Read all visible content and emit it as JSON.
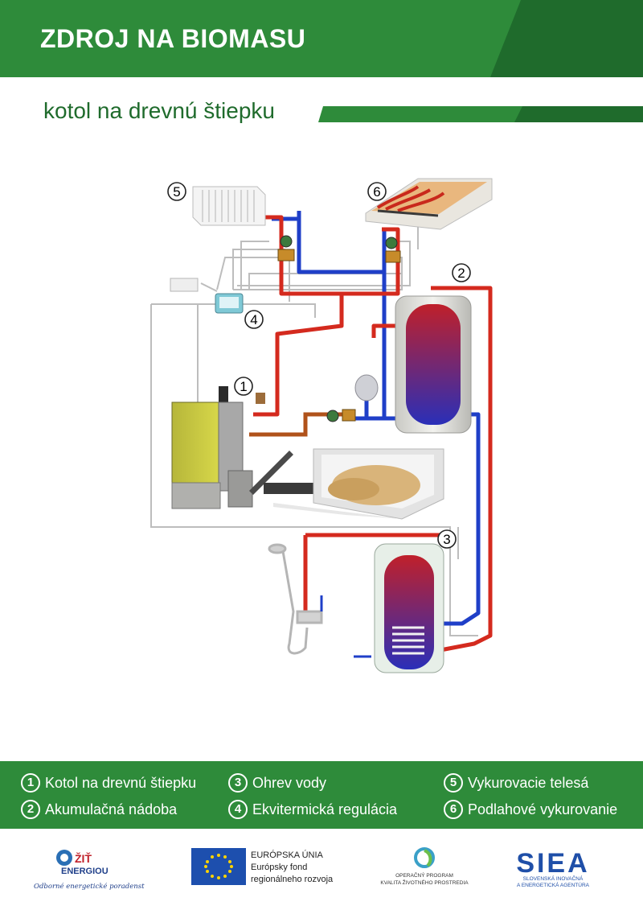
{
  "header": {
    "title": "ZDROJ NA BIOMASU"
  },
  "subtitle": "kotol na drevnú štiepku",
  "diagram": {
    "markers": [
      "1",
      "2",
      "3",
      "4",
      "5",
      "6"
    ]
  },
  "legend": [
    {
      "num": "1",
      "label": "Kotol na drevnú štiepku"
    },
    {
      "num": "2",
      "label": "Akumulačná nádoba"
    },
    {
      "num": "3",
      "label": "Ohrev vody"
    },
    {
      "num": "4",
      "label": "Ekvitermická regulácia"
    },
    {
      "num": "5",
      "label": "Vykurovacie telesá"
    },
    {
      "num": "6",
      "label": "Podlahové vykurovanie"
    }
  ],
  "footer": {
    "zit_line1": "ŽIŤ",
    "zit_line2": "ENERGIOU",
    "zit_tagline": "Odborné energetické poradenstvo",
    "eu_line1": "EURÓPSKA ÚNIA",
    "eu_line2": "Európsky fond",
    "eu_line3": "regionálneho rozvoja",
    "op_line1": "OPERAČNÝ PROGRAM",
    "op_line2": "KVALITA ŽIVOTNÉHO PROSTREDIA",
    "siea_name": "SIEA",
    "siea_line1": "SLOVENSKÁ INOVAČNÁ",
    "siea_line2": "A ENERGETICKÁ AGENTÚRA"
  },
  "colors": {
    "green": "#2e8b3a",
    "dark_green": "#1f6b2c",
    "hot_pipe": "#d42a1e",
    "cold_pipe": "#1f3fc8",
    "control_wire": "#b8b8b8"
  }
}
